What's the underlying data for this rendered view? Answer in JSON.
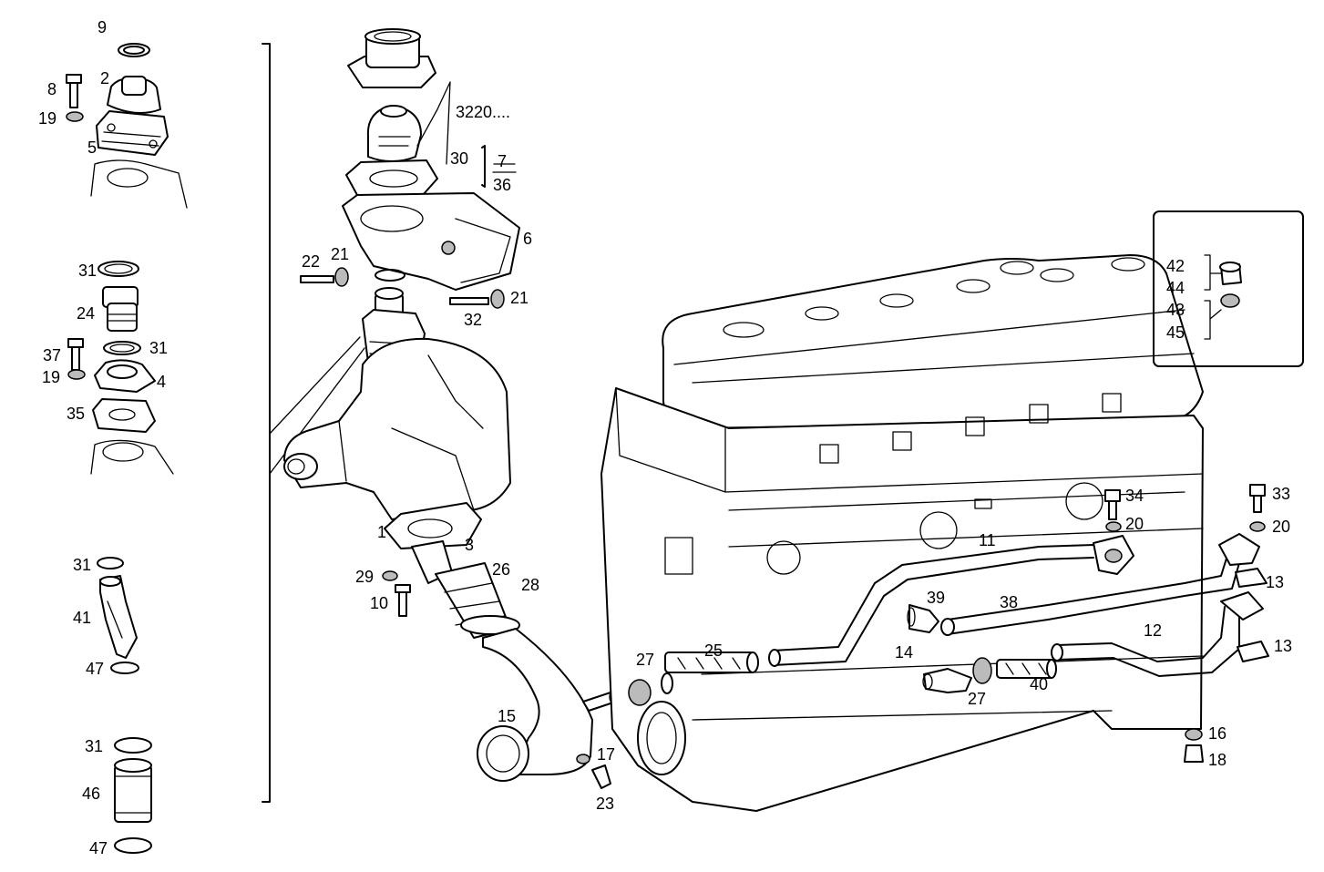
{
  "diagram": {
    "group_ref": "3220....",
    "bracket_upper": "7",
    "bracket_lower": "36",
    "labels": [
      "9",
      "8",
      "2",
      "19",
      "5",
      "31",
      "24",
      "37",
      "31",
      "19",
      "4",
      "35",
      "31",
      "41",
      "47",
      "31",
      "46",
      "47",
      "30",
      "6",
      "22",
      "21",
      "21",
      "32",
      "1",
      "3",
      "29",
      "10",
      "26",
      "28",
      "15",
      "17",
      "23",
      "27",
      "25",
      "11",
      "39",
      "38",
      "14",
      "27",
      "40",
      "12",
      "13",
      "13",
      "34",
      "20",
      "33",
      "20",
      "16",
      "18",
      "42",
      "44",
      "43",
      "45"
    ]
  }
}
